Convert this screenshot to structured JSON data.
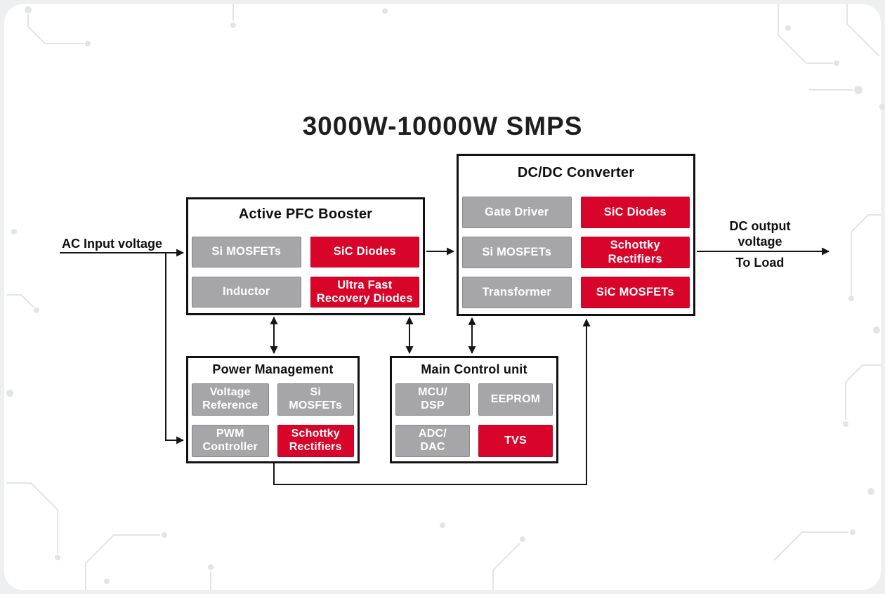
{
  "title": "3000W-10000W SMPS",
  "labels": {
    "ac_input": "AC Input voltage",
    "dc_output": "DC output\nvoltage",
    "to_load": "To Load"
  },
  "blocks": {
    "pfc": {
      "title": "Active PFC Booster",
      "chips": [
        {
          "label": "Si MOSFETs",
          "variant": "gray"
        },
        {
          "label": "SiC Diodes",
          "variant": "red"
        },
        {
          "label": "Inductor",
          "variant": "gray"
        },
        {
          "label": "Ultra Fast\nRecovery Diodes",
          "variant": "red"
        }
      ]
    },
    "dcdc": {
      "title": "DC/DC Converter",
      "chips": [
        {
          "label": "Gate Driver",
          "variant": "gray"
        },
        {
          "label": "SiC Diodes",
          "variant": "red"
        },
        {
          "label": "Si MOSFETs",
          "variant": "gray"
        },
        {
          "label": "Schottky\nRectifiers",
          "variant": "red"
        },
        {
          "label": "Transformer",
          "variant": "gray"
        },
        {
          "label": "SiC MOSFETs",
          "variant": "red"
        }
      ]
    },
    "power_management": {
      "title": "Power Management",
      "chips": [
        {
          "label": "Voltage\nReference",
          "variant": "gray"
        },
        {
          "label": "Si\nMOSFETs",
          "variant": "gray"
        },
        {
          "label": "PWM\nController",
          "variant": "gray"
        },
        {
          "label": "Schottky\nRectifiers",
          "variant": "red"
        }
      ]
    },
    "main_control": {
      "title": "Main Control unit",
      "chips": [
        {
          "label": "MCU/\nDSP",
          "variant": "gray"
        },
        {
          "label": "EEPROM",
          "variant": "gray"
        },
        {
          "label": "ADC/\nDAC",
          "variant": "gray"
        },
        {
          "label": "TVS",
          "variant": "red"
        }
      ]
    }
  },
  "colors": {
    "chip_red": "#d90429",
    "chip_gray": "#a6a6a8",
    "chip_text": "#ffffff",
    "line": "#151515",
    "block_border": "#121212",
    "title_text": "#1e1e1e",
    "card_bg": "#ffffff",
    "page_bg": "#edeff1",
    "decor": "#e3e4e6"
  }
}
